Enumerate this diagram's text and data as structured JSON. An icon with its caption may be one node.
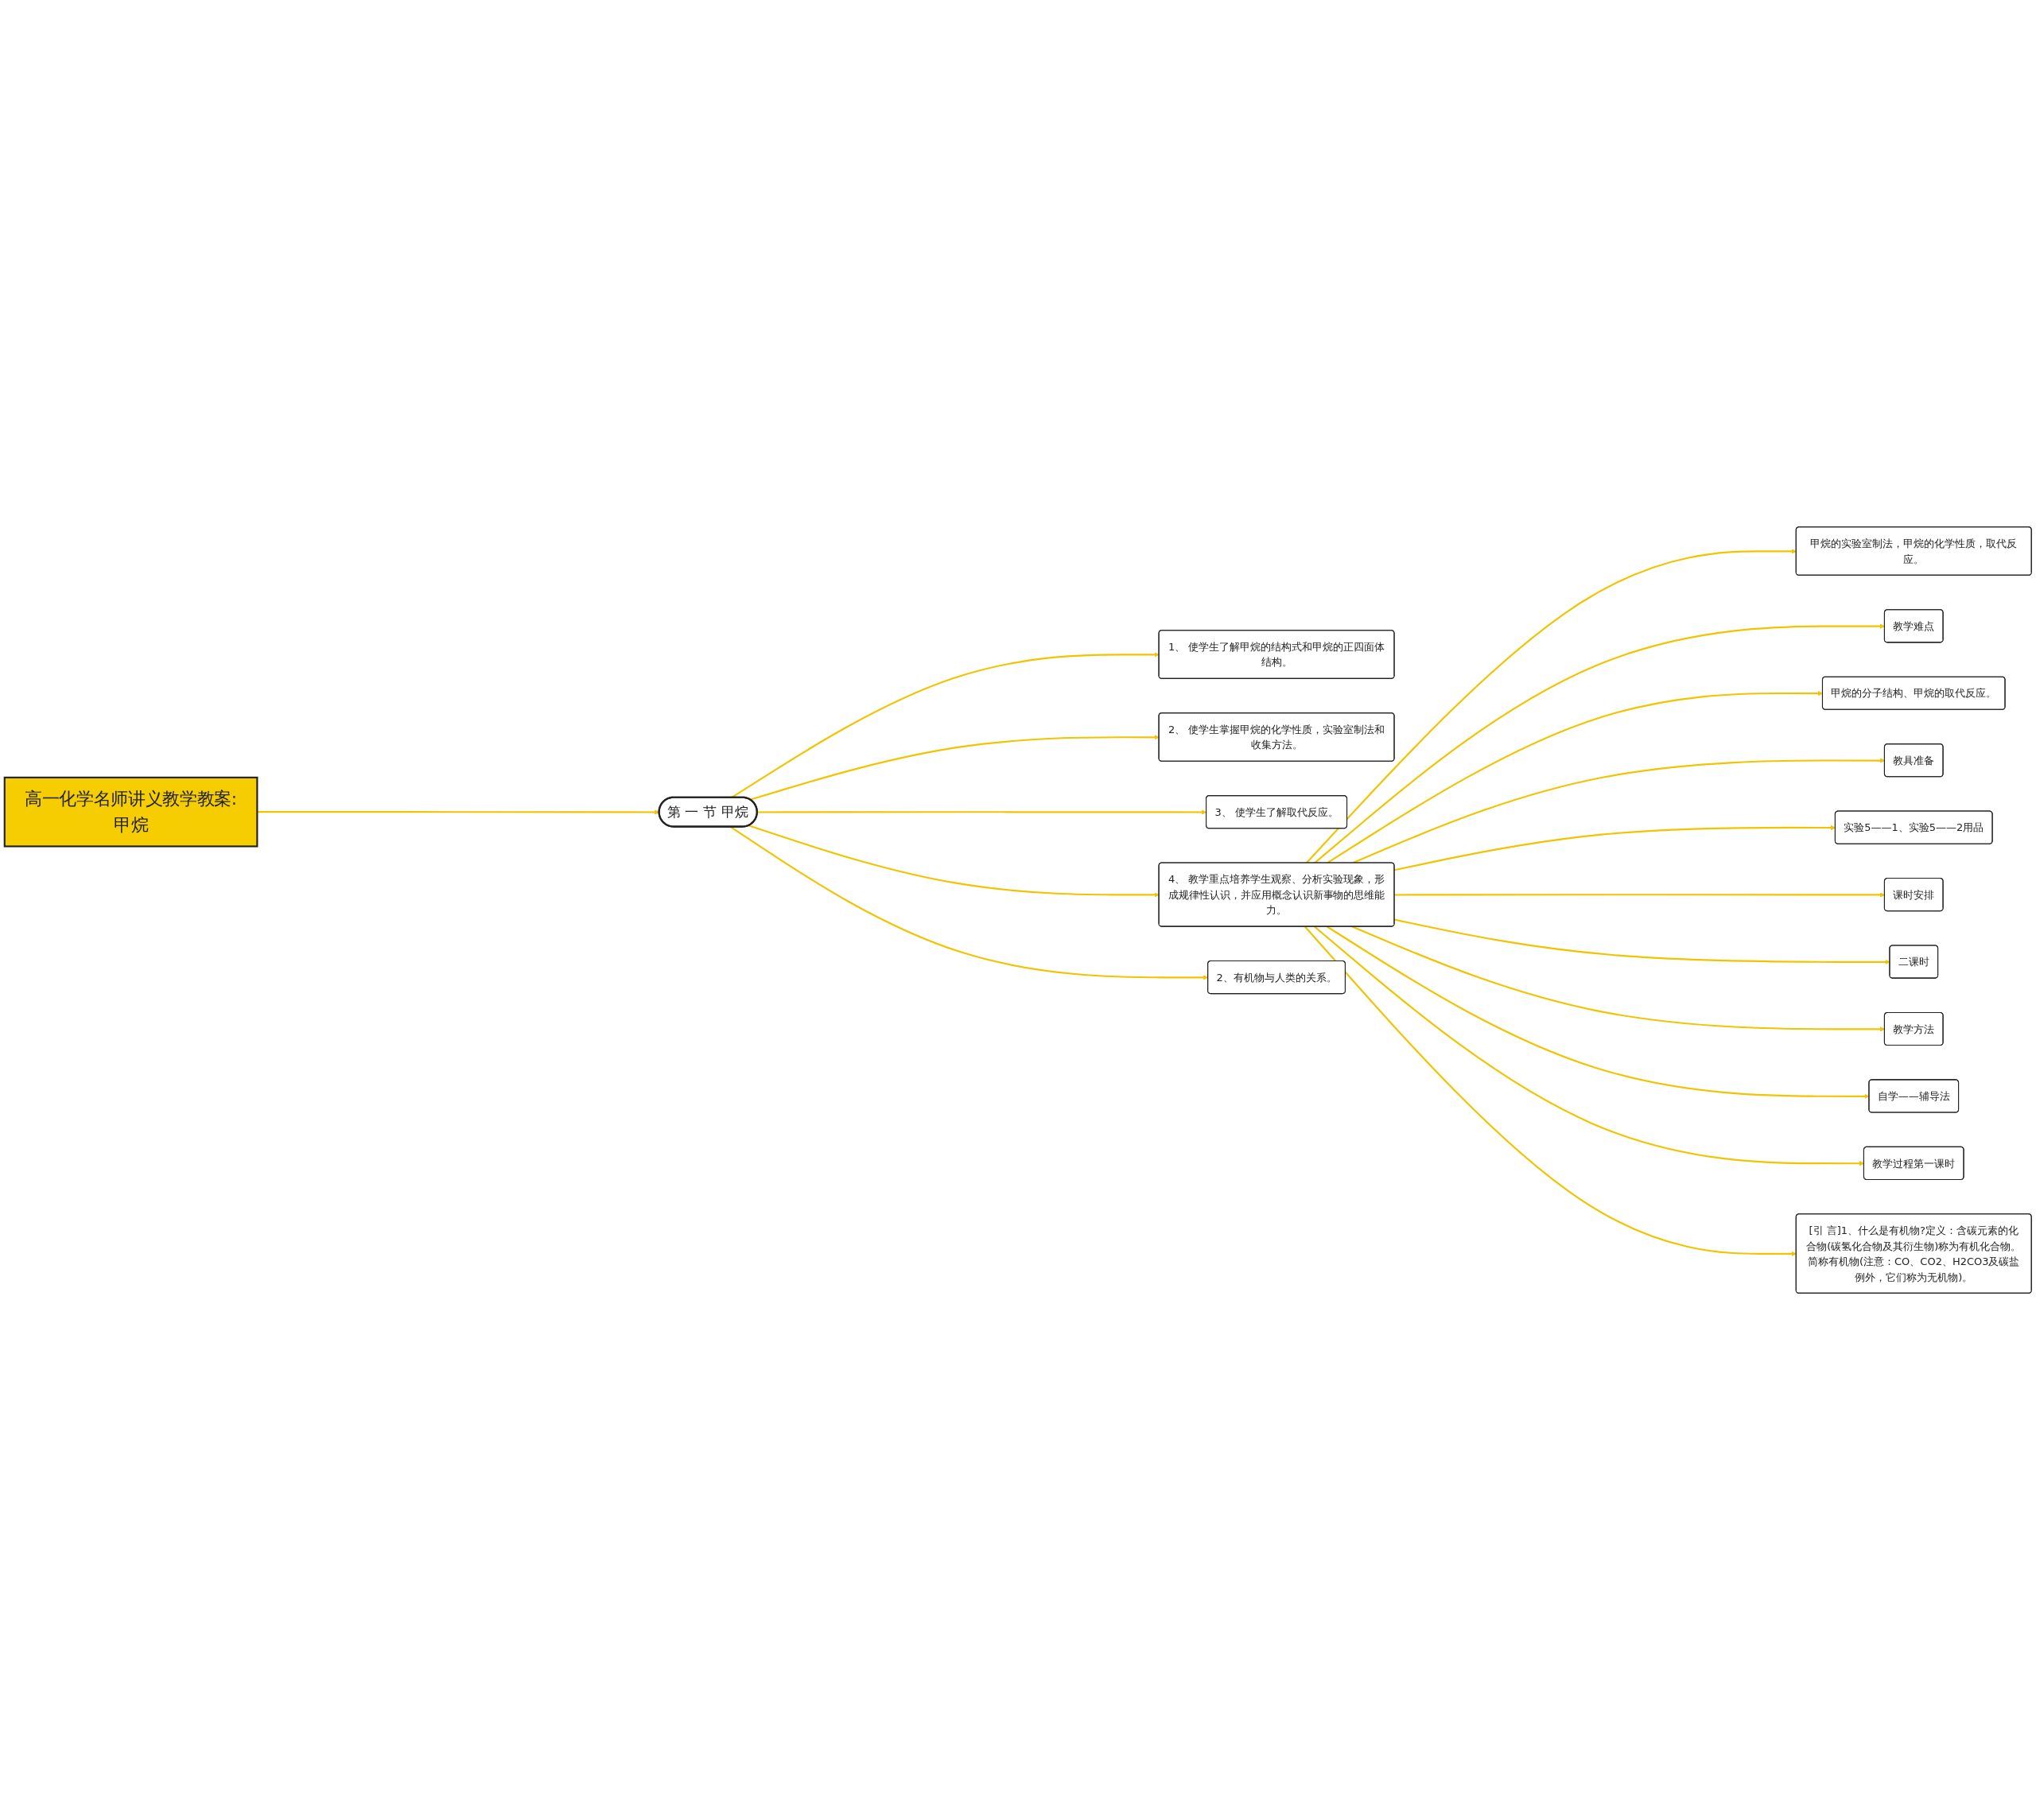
{
  "diagram": {
    "nodes": [
      {
        "text": [
          "高一化学名师讲义教学教案:甲烷"
        ]
      },
      {
        "text": [
          "第 一 节 甲烷"
        ]
      },
      {
        "text": [
          "1、 使学生了解甲烷的结构式和甲烷的正四面体结构。"
        ]
      },
      {
        "text": [
          "2、 使学生掌握甲烷的化学性质，实验室制法和收集方法。"
        ]
      },
      {
        "text": [
          "3、 使学生了解取代反应。"
        ]
      },
      {
        "text": [
          "4、 教学重点培养学生观察、分析实验现象，形成规律性认识，并应用概念认识新事物的思维能力。"
        ]
      },
      {
        "text": [
          "甲烷的实验室制法，甲烷的化学性质，取代反应。"
        ]
      },
      {
        "text": [
          "教学难点"
        ]
      },
      {
        "text": [
          "甲烷的分子结构、甲烷的取代反应。"
        ]
      },
      {
        "text": [
          "教具准备"
        ]
      },
      {
        "text": [
          "实验5——1、实验5——2用品"
        ]
      },
      {
        "text": [
          "课时安排"
        ]
      },
      {
        "text": [
          "二课时"
        ]
      },
      {
        "text": [
          "教学方法"
        ]
      },
      {
        "text": [
          "自学——辅导法"
        ]
      },
      {
        "text": [
          "教学过程第一课时"
        ]
      },
      {
        "text": [
          "[引 言]1、什么是有机物?定义：含碳元素的化合物(碳氢化合物及其衍生物)称为有机化合物。简称有机物(注意：CO、CO2、H2CO3及碳盐例外，它们称为无机物)。"
        ]
      },
      {
        "text": [
          "2、有机物与人类的关系。"
        ]
      }
    ],
    "edges": [
      {
        "from": 0,
        "to": 1,
        "arrow": "to"
      },
      {
        "from": 1,
        "to": 2,
        "arrow": "to"
      },
      {
        "from": 1,
        "to": 3,
        "arrow": "to"
      },
      {
        "from": 1,
        "to": 4,
        "arrow": "to"
      },
      {
        "from": 1,
        "to": 5,
        "arrow": "to"
      },
      {
        "from": 5,
        "to": 6,
        "arrow": "to"
      },
      {
        "from": 5,
        "to": 7,
        "arrow": "to"
      },
      {
        "from": 5,
        "to": 8,
        "arrow": "to"
      },
      {
        "from": 5,
        "to": 9,
        "arrow": "to"
      },
      {
        "from": 5,
        "to": 10,
        "arrow": "to"
      },
      {
        "from": 5,
        "to": 11,
        "arrow": "to"
      },
      {
        "from": 5,
        "to": 12,
        "arrow": "to"
      },
      {
        "from": 5,
        "to": 13,
        "arrow": "to"
      },
      {
        "from": 5,
        "to": 14,
        "arrow": "to"
      },
      {
        "from": 5,
        "to": 15,
        "arrow": "to"
      },
      {
        "from": 5,
        "to": 16,
        "arrow": "to"
      },
      {
        "from": 1,
        "to": 17,
        "arrow": "to"
      }
    ]
  }
}
